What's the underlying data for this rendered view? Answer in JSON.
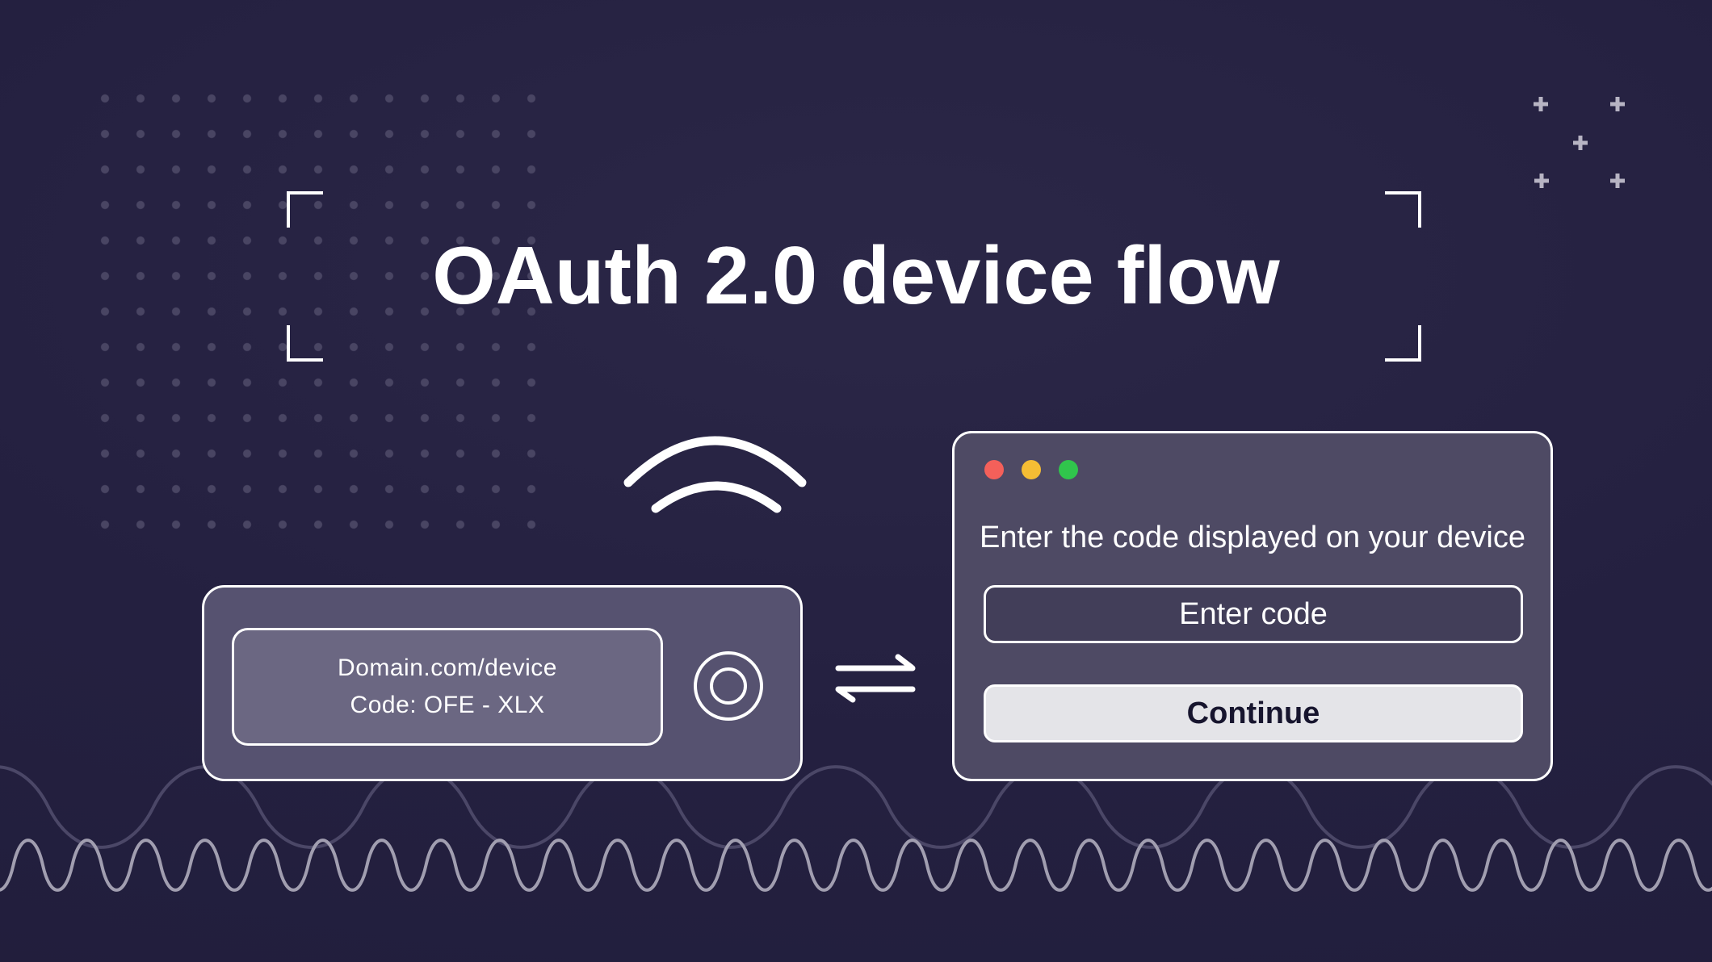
{
  "title": {
    "text": "OAuth 2.0 device flow"
  },
  "device": {
    "screen_line1": "Domain.com/device",
    "screen_line2": "Code: OFE - XLX"
  },
  "auth_window": {
    "heading": "Enter the code displayed on your device",
    "input_placeholder": "Enter code",
    "continue_label": "Continue",
    "traffic_lights": {
      "red": "#f4605a",
      "yellow": "#f5bd34",
      "green": "#30c54c"
    }
  },
  "colors": {
    "background": "#232039",
    "panel_fill": "#565270",
    "screen_fill": "#6b6782",
    "window_fill": "#4e4a64",
    "input_fill": "#423e59",
    "button_fill": "#e4e4e8",
    "button_text": "#17152e",
    "wave_slow": "#4b4767",
    "wave_fast": "#a19eb0",
    "dots": "#494563",
    "accent_white": "#ffffff"
  }
}
